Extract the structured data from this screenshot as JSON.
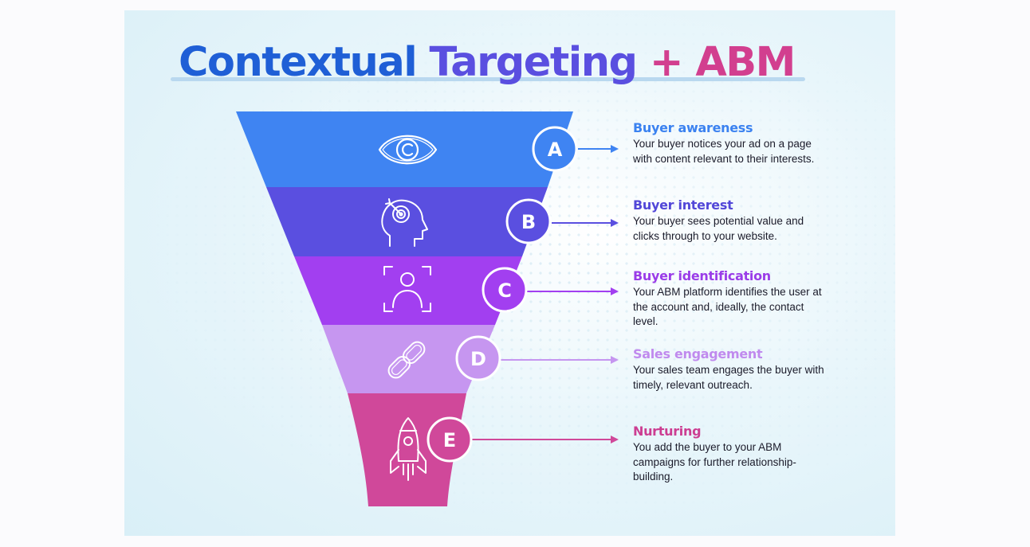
{
  "title": {
    "part1": "Contextual",
    "part2": "Targeting",
    "part3": "+ ABM"
  },
  "colors": {
    "title_blue": "#1f5fd6",
    "title_purple": "#5a4fe0",
    "title_pink": "#d23f8f",
    "stage_a": "#3f84f2",
    "stage_b": "#5a4fe0",
    "stage_c": "#a23ff0",
    "stage_d": "#c696f0",
    "stage_e": "#d0489a"
  },
  "stages": [
    {
      "letter": "A",
      "icon": "eye-icon",
      "title": "Buyer awareness",
      "description": "Your buyer notices your ad on a page with content relevant to their interests.",
      "color": "#3f84f2",
      "title_color": "#3b82f0"
    },
    {
      "letter": "B",
      "icon": "head-target-icon",
      "title": "Buyer interest",
      "description": "Your buyer sees potential value and clicks through to your website.",
      "color": "#5a4fe0",
      "title_color": "#5247d8"
    },
    {
      "letter": "C",
      "icon": "user-scan-icon",
      "title": "Buyer identification",
      "description": "Your ABM platform identifies the user at the account and, ideally, the contact level.",
      "color": "#a23ff0",
      "title_color": "#9a3ce8"
    },
    {
      "letter": "D",
      "icon": "chain-link-icon",
      "title": "Sales engagement",
      "description": "Your sales team engages the buyer with timely, relevant outreach.",
      "color": "#c696f0",
      "title_color": "#c08aee"
    },
    {
      "letter": "E",
      "icon": "rocket-icon",
      "title": "Nurturing",
      "description": "You add the buyer to your ABM campaigns for further relationship-building.",
      "color": "#d0489a",
      "title_color": "#cc3e92"
    }
  ]
}
